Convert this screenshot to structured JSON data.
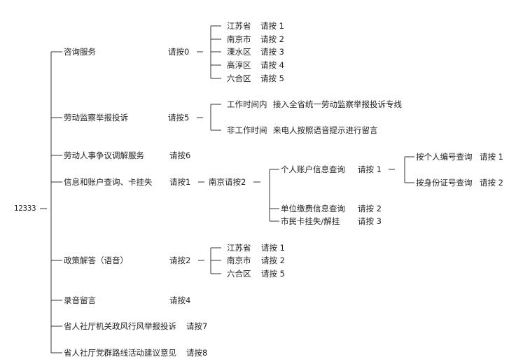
{
  "root": {
    "number": "12333"
  },
  "branches": [
    {
      "label": "咨询服务",
      "key": "请按0"
    },
    {
      "label": "劳动监察举报投诉",
      "key": "请按5"
    },
    {
      "label": "劳动人事争议调解服务",
      "key": "请按6"
    },
    {
      "label": "信息和账户查询、卡挂失",
      "key": "请按1"
    },
    {
      "label": "政策解答（语音）",
      "key": "请按2"
    },
    {
      "label": "录音留言",
      "key": "请按4"
    },
    {
      "label": "省人社厅机关政风行风举报投诉",
      "key": "请按7"
    },
    {
      "label": "省人社厅党群路线活动建议意见",
      "key": "请按8"
    }
  ],
  "consult_sub": [
    {
      "label": "江苏省",
      "key": "请按 1"
    },
    {
      "label": "南京市",
      "key": "请按 2"
    },
    {
      "label": "溧水区",
      "key": "请按 3"
    },
    {
      "label": "高淳区",
      "key": "请按 4"
    },
    {
      "label": "六合区",
      "key": "请按 5"
    }
  ],
  "labor_sub": [
    {
      "label": "工作时间内",
      "desc": "接入全省统一劳动监察举报投诉专线"
    },
    {
      "label": "非工作时间",
      "desc": "来电人按照语音提示进行留言"
    }
  ],
  "info_sub": {
    "label": "南京请按2"
  },
  "nanjing_sub": [
    {
      "label": "个人账户信息查询",
      "key": "请按 1"
    },
    {
      "label": "单位缴费信息查询",
      "key": "请按 2"
    },
    {
      "label": "市民卡挂失/解挂",
      "key": "请按 3"
    }
  ],
  "personal_sub": [
    {
      "label": "按个人编号查询",
      "key": "请按 1"
    },
    {
      "label": "按身份证号查询",
      "key": "请按 2"
    }
  ],
  "policy_sub": [
    {
      "label": "江苏省",
      "key": "请按 1"
    },
    {
      "label": "南京市",
      "key": "请按 2"
    },
    {
      "label": "六合区",
      "key": "请按 5"
    }
  ]
}
